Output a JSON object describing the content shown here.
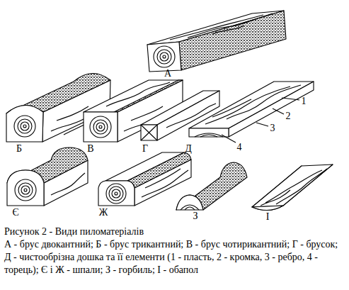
{
  "diagram": {
    "caption": "Рисунок 2 - Види пиломатеріалів",
    "labels": [
      "А",
      "Б",
      "В",
      "Г",
      "Д",
      "1",
      "2",
      "3",
      "4",
      "Є",
      "Ж",
      "З",
      "І",
      "А - брус двокантний; Б - брус трикантний; В - брус чотирикантний; Г - брусок; Д - чистообрізна дошка та її елементи (1 - пласть, 2 - кромка, 3 - ребро, 4 - торець); Є і Ж - шпали; З - горбиль; І - обапол"
    ]
  }
}
